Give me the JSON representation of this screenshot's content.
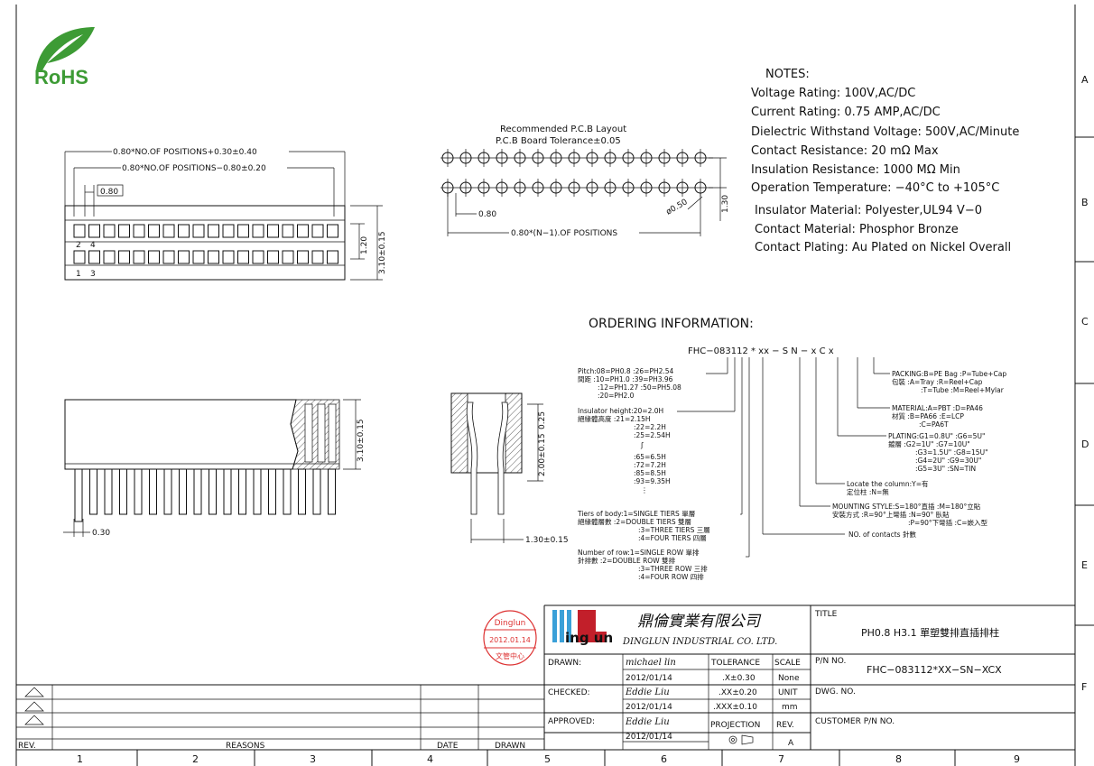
{
  "logo": {
    "text": "RoHS"
  },
  "notes": {
    "heading": "NOTES:",
    "lines": [
      "Voltage Rating: 100V,AC/DC",
      "Current Rating: 0.75  AMP,AC/DC",
      "Dielectric  Withstand  Voltage: 500V,AC/Minute",
      "Contact  Resistance: 20  mΩ  Max",
      "Insulation  Resistance: 1000  MΩ  Min",
      "Operation  Temperature: −40°C  to  +105°C",
      "Insulator  Material: Polyester,UL94  V−0",
      "Contact  Material: Phosphor  Bronze",
      "Contact  Plating: Au  Plated  on  Nickel  Overall"
    ]
  },
  "pcb": {
    "title1": "Recommended P.C.B Layout",
    "title2": "P.C.B Board Tolerance±0.05",
    "dim_pitch": "0.80",
    "dim_span": "0.80*(N−1).OF POSITIONS",
    "dim_hole": "ø0.50",
    "dim_row": "1.30"
  },
  "top_view": {
    "dim1": "0.80*NO.OF POSITIONS+0.30±0.40",
    "dim2": "0.80*NO.OF POSITIONS−0.80±0.20",
    "dim3": "0.80",
    "dim_h1": "1.20",
    "dim_h2": "3.10±0.15",
    "pin_labels_top": [
      "2",
      "4"
    ],
    "pin_labels_bottom": [
      "1",
      "3"
    ]
  },
  "side_view": {
    "dim_h": "3.10±0.15",
    "dim_pin": "0.30"
  },
  "section_view": {
    "dim_a": "0.25",
    "dim_b": "2.00±0.15",
    "dim_c": "1.30±0.15"
  },
  "ordering": {
    "heading": "ORDERING  INFORMATION:",
    "part_code": "FHC−083112 * xx − S  N − x   C   x",
    "left_groups": [
      {
        "lines": [
          "Pitch:08=PH0.8  :26=PH2.54",
          "間距  :10=PH1.0  :39=PH3.96",
          ":12=PH1.27 :50=PH5.08",
          ":20=PH2.0"
        ]
      },
      {
        "lines": [
          "Insulator  height:20=2.0H",
          "絕緣體高度  :21=2.15H",
          ":22=2.2H",
          ":25=2.54H",
          "ʃ",
          ":65=6.5H",
          ":72=7.2H",
          ":85=8.5H",
          ":93=9.35H",
          "⋮"
        ]
      },
      {
        "lines": [
          "Tiers  of  body:1=SINGLE  TIERS  單層",
          "絕緣體層數  :2=DOUBLE  TIERS  雙層",
          ":3=THREE  TIERS  三層",
          ":4=FOUR  TIERS  四層"
        ]
      },
      {
        "lines": [
          "Number  of  row:1=SINGLE  ROW  單排",
          "針排數  :2=DOUBLE  ROW  雙排",
          ":3=THREE  ROW  三排",
          ":4=FOUR  ROW  四排"
        ]
      }
    ],
    "right_groups": [
      {
        "lines": [
          "PACKING:B=PE  Bag  :P=Tube+Cap",
          "包裝  :A=Tray  :R=Reel+Cap",
          ":T=Tube  :M=Reel+Mylar"
        ]
      },
      {
        "lines": [
          "MATERIAL:A=PBT  :D=PA46",
          "材質  :B=PA66  :E=LCP",
          ":C=PA6T"
        ]
      },
      {
        "lines": [
          "PLATING:G1=0.8U\"  :G6=5U\"",
          "鍍層  :G2=1U\"  :G7=10U\"",
          ":G3=1.5U\"  :G8=15U\"",
          ":G4=2U\"  :G9=30U\"",
          ":G5=3U\"  :SN=TIN"
        ]
      },
      {
        "lines": [
          "Locate  the  column:Y=有",
          "定位柱  :N=無"
        ]
      },
      {
        "lines": [
          "MOUNTING  STYLE:S=180°直插  :M=180°立貼",
          "安裝方式  :R=90°上彎插  :N=90° 臥貼",
          ":P=90°下彎插  :C=嵌入型"
        ]
      },
      {
        "lines": [
          "NO.  of  contacts  針數"
        ]
      }
    ]
  },
  "stamp": {
    "line1": "Dinglun",
    "line2": "2012.01.14",
    "line3": "文管中心"
  },
  "company": {
    "logo_text": "ing un",
    "name_cn": "鼎倫實業有限公司",
    "name_en": "DINGLUN  INDUSTRIAL  CO.  LTD."
  },
  "title_block": {
    "title_label": "TITLE",
    "title_value": "PH0.8  H3.1 單塑雙排直插排柱",
    "pn_label": "P/N  NO.",
    "pn_value": "FHC−083112*XX−SN−XCX",
    "dwg_label": "DWG.  NO.",
    "customer_label": "CUSTOMER  P/N  NO.",
    "drawn_label": "DRAWN:",
    "drawn_name": "michael lin",
    "drawn_date": "2012/01/14",
    "checked_label": "CHECKED:",
    "checked_name": "Eddie Liu",
    "checked_date": "2012/01/14",
    "approved_label": "APPROVED:",
    "approved_name": "Eddie Liu",
    "approved_date": "2012/01/14",
    "tol_label": "TOLERANCE",
    "tol1": ".X±0.30",
    "tol2": ".XX±0.20",
    "tol3": ".XXX±0.10",
    "scale_label": "SCALE",
    "scale_value": "None",
    "unit_label": "UNIT",
    "unit_value": "mm",
    "proj_label": "PROJECTION",
    "rev_label": "REV.",
    "rev_value": "A"
  },
  "revision": {
    "rev_label": "REV.",
    "reasons_label": "REASONS",
    "date_label": "DATE",
    "drawn_label": "DRAWN"
  },
  "grid": {
    "cols": [
      "1",
      "2",
      "3",
      "4",
      "5",
      "6",
      "7",
      "8",
      "9"
    ],
    "rows": [
      "A",
      "B",
      "C",
      "D",
      "E",
      "F"
    ]
  }
}
